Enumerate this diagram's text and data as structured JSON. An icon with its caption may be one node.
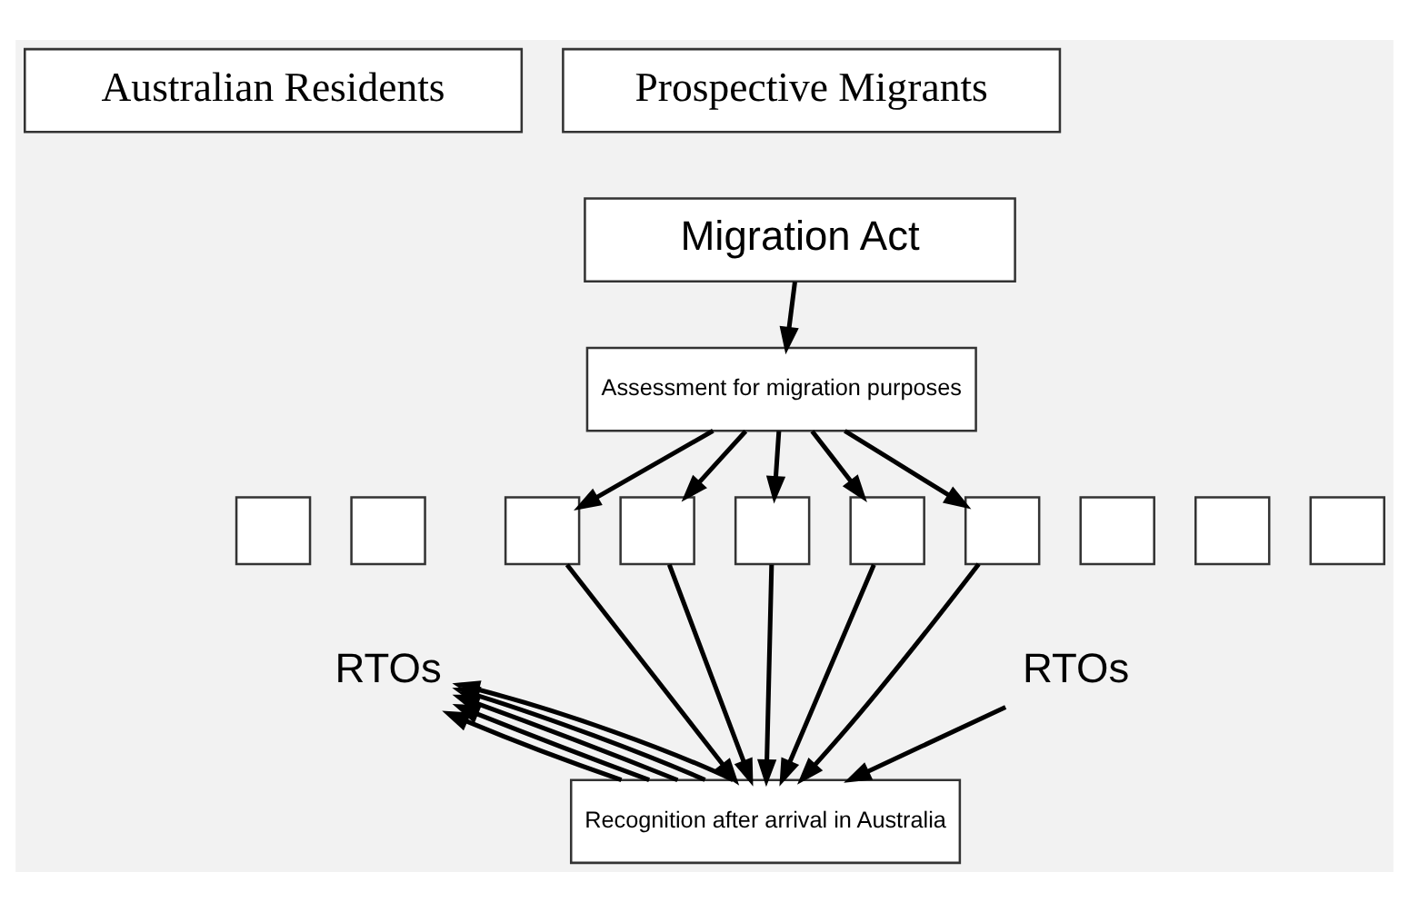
{
  "diagram": {
    "nodes": [
      {
        "text": [
          "Australian Residents"
        ]
      },
      {
        "text": [
          "Prospective Migrants"
        ]
      },
      {
        "text": [
          "Migration Act"
        ]
      },
      {
        "text": [
          "Assessment for migration purposes"
        ]
      },
      {
        "text": [],
        "shape": "box"
      },
      {
        "text": [],
        "shape": "box"
      },
      {
        "text": [],
        "shape": "box"
      },
      {
        "text": [],
        "shape": "box"
      },
      {
        "text": [],
        "shape": "box"
      },
      {
        "text": [
          "RTOs"
        ]
      },
      {
        "text": [],
        "shape": "box"
      },
      {
        "text": [],
        "shape": "box"
      },
      {
        "text": [],
        "shape": "box"
      },
      {
        "text": [],
        "shape": "box"
      },
      {
        "text": [],
        "shape": "box"
      },
      {
        "text": [
          "RTOs"
        ]
      },
      {
        "text": [
          "Recognition after arrival in Australia"
        ]
      }
    ],
    "edges": [
      {
        "from": 2,
        "to": 3,
        "arrow": "to"
      },
      {
        "from": 3,
        "to": 10,
        "arrow": "to"
      },
      {
        "from": 3,
        "to": 11,
        "arrow": "to"
      },
      {
        "from": 3,
        "to": 12,
        "arrow": "to"
      },
      {
        "from": 3,
        "to": 13,
        "arrow": "to"
      },
      {
        "from": 3,
        "to": 14,
        "arrow": "to"
      },
      {
        "from": 10,
        "to": 16,
        "arrow": "to"
      },
      {
        "from": 11,
        "to": 16,
        "arrow": "to"
      },
      {
        "from": 12,
        "to": 16,
        "arrow": "to"
      },
      {
        "from": 13,
        "to": 16,
        "arrow": "to"
      },
      {
        "from": 14,
        "to": 16,
        "arrow": "to"
      },
      {
        "from": 15,
        "to": 16,
        "arrow": "to"
      },
      {
        "from": 16,
        "to": 9,
        "arrow": "to"
      },
      {
        "from": 16,
        "to": 9,
        "arrow": "to"
      },
      {
        "from": 16,
        "to": 9,
        "arrow": "to"
      },
      {
        "from": 16,
        "to": 9,
        "arrow": "to"
      },
      {
        "from": 16,
        "to": 9,
        "arrow": "to"
      }
    ]
  }
}
